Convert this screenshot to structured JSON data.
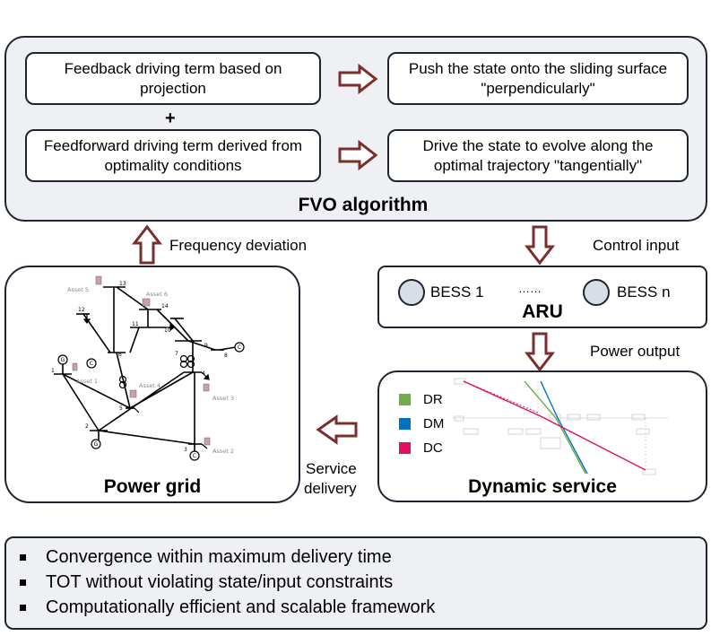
{
  "fvo": {
    "title": "FVO algorithm",
    "feedback_box": "Feedback driving term based on projection",
    "plus": "+",
    "feedforward_box": "Feedforward driving term derived from optimality conditions",
    "push_box": "Push the state onto the sliding surface \"perpendicularly\"",
    "drive_box": "Drive the state to evolve along the optimal trajectory \"tangentially\""
  },
  "arrows": {
    "frequency_deviation": "Frequency deviation",
    "control_input": "Control input",
    "power_output": "Power output",
    "service_delivery_line1": "Service",
    "service_delivery_line2": "delivery"
  },
  "aru": {
    "title": "ARU",
    "bess1": "BESS 1",
    "dots": "……",
    "bessn": "BESS n"
  },
  "power_grid": {
    "title": "Power grid",
    "assets": [
      "Asset 5",
      "Asset 6",
      "Asset 1",
      "Asset 4",
      "Asset 3",
      "Asset 2"
    ],
    "buses": [
      "1",
      "2",
      "3",
      "4",
      "5",
      "6",
      "7",
      "8",
      "9",
      "10",
      "11",
      "12",
      "13",
      "14"
    ]
  },
  "dynamic_service": {
    "title": "Dynamic service",
    "legend": [
      {
        "label": "DR",
        "color": "#70ad47"
      },
      {
        "label": "DM",
        "color": "#0070c0"
      },
      {
        "label": "DC",
        "color": "#e0115f"
      }
    ]
  },
  "summary": {
    "bullets": [
      "Convergence within maximum delivery time",
      "TOT without violating state/input constraints",
      "Computationally efficient and scalable framework"
    ]
  },
  "colors": {
    "arrow": "#7b2e2e",
    "panel_bg": "#eef0f3",
    "panel_border": "#1e2530",
    "bess_circle": "#d9dde8"
  }
}
